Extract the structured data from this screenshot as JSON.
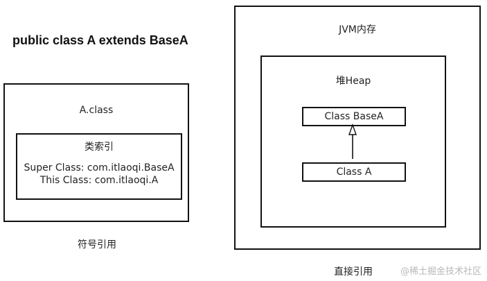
{
  "title": "public class A extends BaseA",
  "class_file": {
    "label": "A.class",
    "constant_pool": {
      "label": "类索引",
      "super_class": "Super Class: com.itlaoqi.BaseA",
      "this_class": "This Class: com.itlaoqi.A"
    },
    "caption": "符号引用"
  },
  "jvm": {
    "label": "JVM内存",
    "heap": {
      "label": "堆Heap",
      "parent_class": "Class BaseA",
      "child_class": "Class A"
    },
    "caption": "直接引用"
  },
  "watermark": "@稀土掘金技术社区",
  "colors": {
    "stroke": "#111111",
    "text": "#222222",
    "watermark": "#b8b8b8"
  }
}
